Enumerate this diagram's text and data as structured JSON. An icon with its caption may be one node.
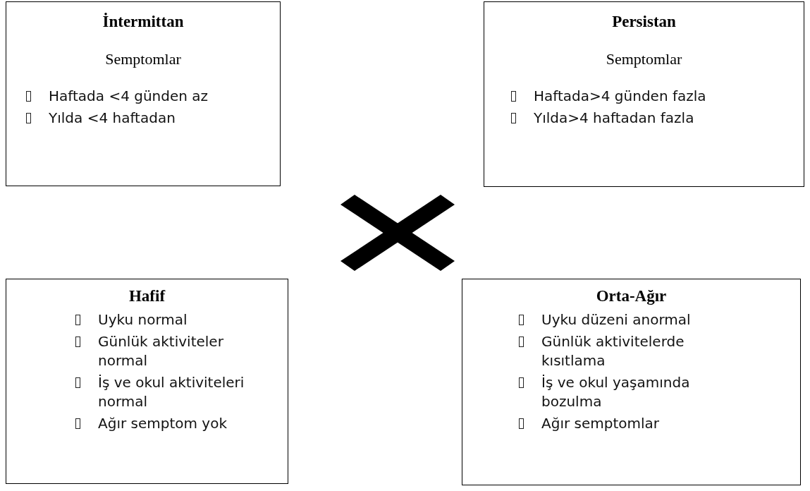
{
  "diagram": {
    "nodes": [
      {
        "text": [
          "İntermittan",
          "Semptomlar",
          "Haftada <4 günden az",
          "Yılda <4 haftadan"
        ]
      },
      {
        "text": [
          "Persistan",
          "Semptomlar",
          "Haftada>4 günden fazla",
          "Yılda>4 haftadan fazla"
        ]
      },
      {
        "text": [
          "Hafif",
          "Uyku normal",
          "Günlük aktiviteler normal",
          "İş ve okul aktiviteleri normal",
          "Ağır semptom yok"
        ]
      },
      {
        "text": [
          "Orta-Ağır",
          "Uyku düzeni anormal",
          "Günlük aktivitelerde kısıtlama",
          "İş ve okul yaşamında bozulma",
          "Ağır semptomlar"
        ]
      }
    ]
  }
}
